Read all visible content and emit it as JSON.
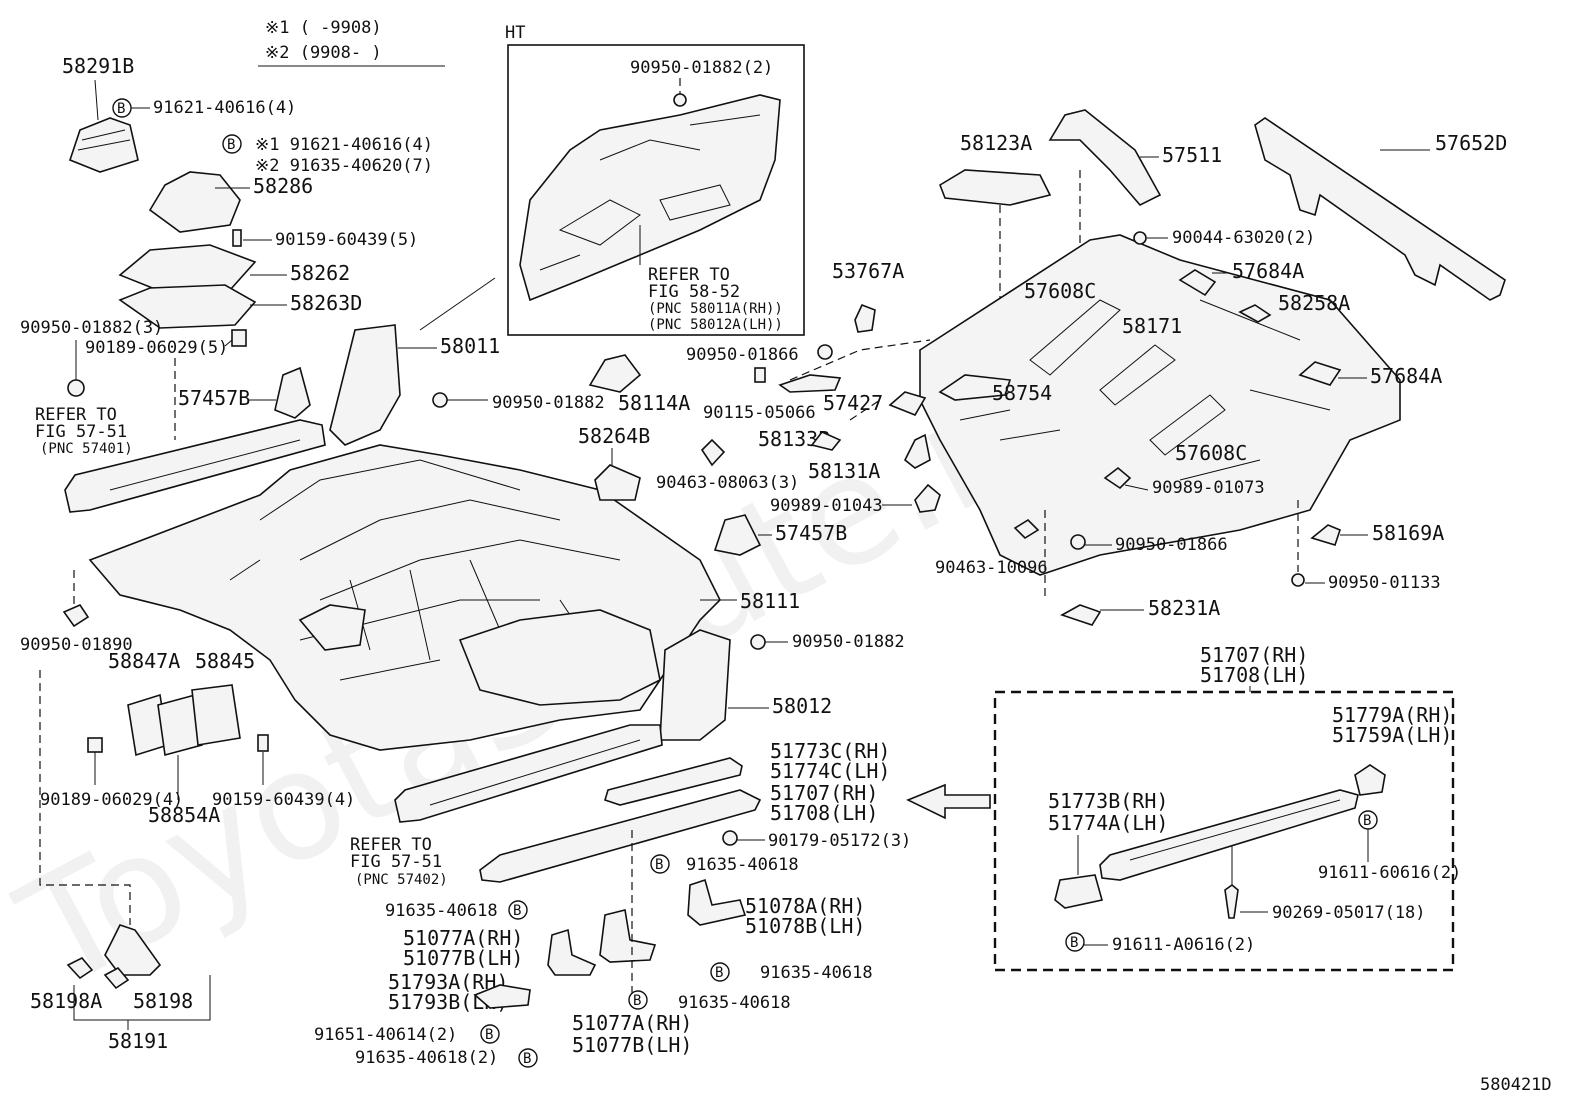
{
  "header": {
    "note1": "※1 (     -9908)",
    "note2": "※2 (9908-     )",
    "ht_label": "HT"
  },
  "watermark": "ToyotaSalute.ru",
  "diagram_id": "580421D",
  "labels": {
    "p58291B": "58291B",
    "p91621_40616_4": "91621-40616(4)",
    "p91621_40616_4b": "※1 91621-40616(4)",
    "p91635_40620_7": "※2 91635-40620(7)",
    "p58286": "58286",
    "p90159_60439_5": "90159-60439(5)",
    "p58262": "58262",
    "p58263D": "58263D",
    "p90950_01882_3": "90950-01882(3)",
    "p90189_06029_5": "90189-06029(5)",
    "p57457B_1": "57457B",
    "refer1_a": "REFER TO",
    "refer1_b": "FIG 57-51",
    "refer1_c": "(PNC 57401)",
    "p90950_01882_ht": "90950-01882(2)",
    "refer2_a": "REFER TO",
    "refer2_b": "FIG 58-52",
    "refer2_c": "(PNC 58011A(RH))",
    "refer2_d": "(PNC 58012A(LH))",
    "p58011": "58011",
    "p90950_01882_a": "90950-01882",
    "p58114A": "58114A",
    "p58264B": "58264B",
    "p90463_08063_3": "90463-08063(3)",
    "p57457B_2": "57457B",
    "p58111": "58111",
    "p90950_01890": "90950-01890",
    "p58847A": "58847A",
    "p58845": "58845",
    "p90189_06029_4": "90189-06029(4)",
    "p58854A": "58854A",
    "p90159_60439_4": "90159-60439(4)",
    "p90950_01882_b": "90950-01882",
    "p58012": "58012",
    "refer3_a": "REFER TO",
    "refer3_b": "FIG 57-51",
    "refer3_c": "(PNC 57402)",
    "p51773C_RH": "51773C(RH)",
    "p51774C_LH": "51774C(LH)",
    "p51707_RH_a": "51707(RH)",
    "p51708_LH_a": "51708(LH)",
    "p90179_05172_3": "90179-05172(3)",
    "p91635_40618_a": "91635-40618",
    "p91635_40618_b": "91635-40618",
    "p51078A_RH": "51078A(RH)",
    "p51078B_LH": "51078B(LH)",
    "p51077A_RH_a": "51077A(RH)",
    "p51077B_LH_a": "51077B(LH)",
    "p91635_40618_c": "91635-40618",
    "p51793A_RH": "51793A(RH)",
    "p51793B_LH": "51793B(LH)",
    "p91635_40618_d": "91635-40618",
    "p91651_40614_2": "91651-40614(2)",
    "p91635_40618_2": "91635-40618(2)",
    "p51077A_RH_b": "51077A(RH)",
    "p51077B_LH_b": "51077B(LH)",
    "p58198A": "58198A",
    "p58198": "58198",
    "p58191": "58191",
    "p58123A": "58123A",
    "p57511": "57511",
    "p57652D": "57652D",
    "p90044_63020_2": "90044-63020(2)",
    "p57684A_a": "57684A",
    "p53767A": "53767A",
    "p57608C_a": "57608C",
    "p58258A": "58258A",
    "p58171": "58171",
    "p90950_01866_a": "90950-01866",
    "p57427": "57427",
    "p58754": "58754",
    "p57684A_b": "57684A",
    "p90115_05066": "90115-05066",
    "p58133B": "58133B",
    "p57608C_b": "57608C",
    "p58131A": "58131A",
    "p90989_01073": "90989-01073",
    "p90989_01043": "90989-01043",
    "p58169A": "58169A",
    "p90950_01866_b": "90950-01866",
    "p90463_10096": "90463-10096",
    "p90950_01133": "90950-01133",
    "p58231A": "58231A",
    "p51707_RH_b": "51707(RH)",
    "p51708_LH_b": "51708(LH)",
    "p51779A_RH": "51779A(RH)",
    "p51759A_LH": "51759A(LH)",
    "p51773B_RH": "51773B(RH)",
    "p51774A_LH": "51774A(LH)",
    "p91611_60616_2": "91611-60616(2)",
    "p90269_05017_18": "90269-05017(18)",
    "p91611_A0616_2": "91611-A0616(2)",
    "bolt_mark": "B"
  }
}
